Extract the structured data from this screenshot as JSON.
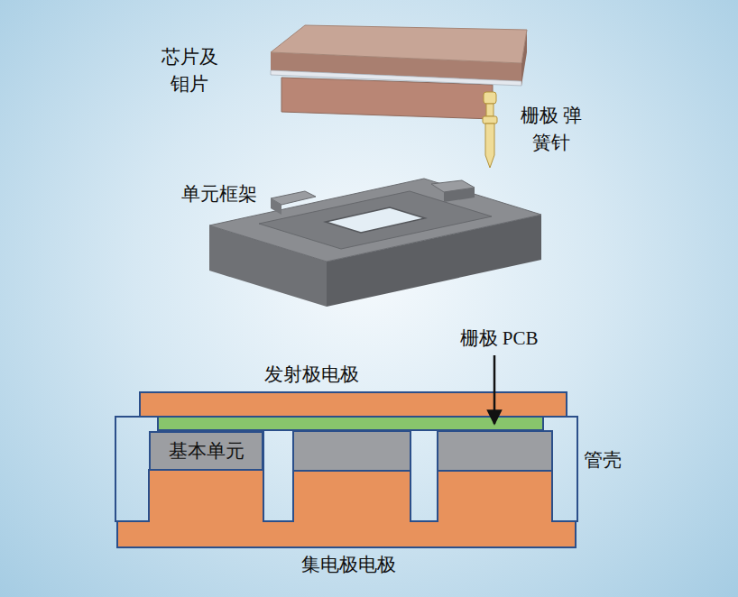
{
  "diagram": {
    "nodes": [
      {
        "text": [
          "基本单元"
        ]
      }
    ],
    "labels": [
      "芯片及 钼片",
      "栅极 弹簧针",
      "单元框架",
      "栅极 PCB",
      "发射极电极",
      "管壳",
      "集电极电极"
    ]
  }
}
